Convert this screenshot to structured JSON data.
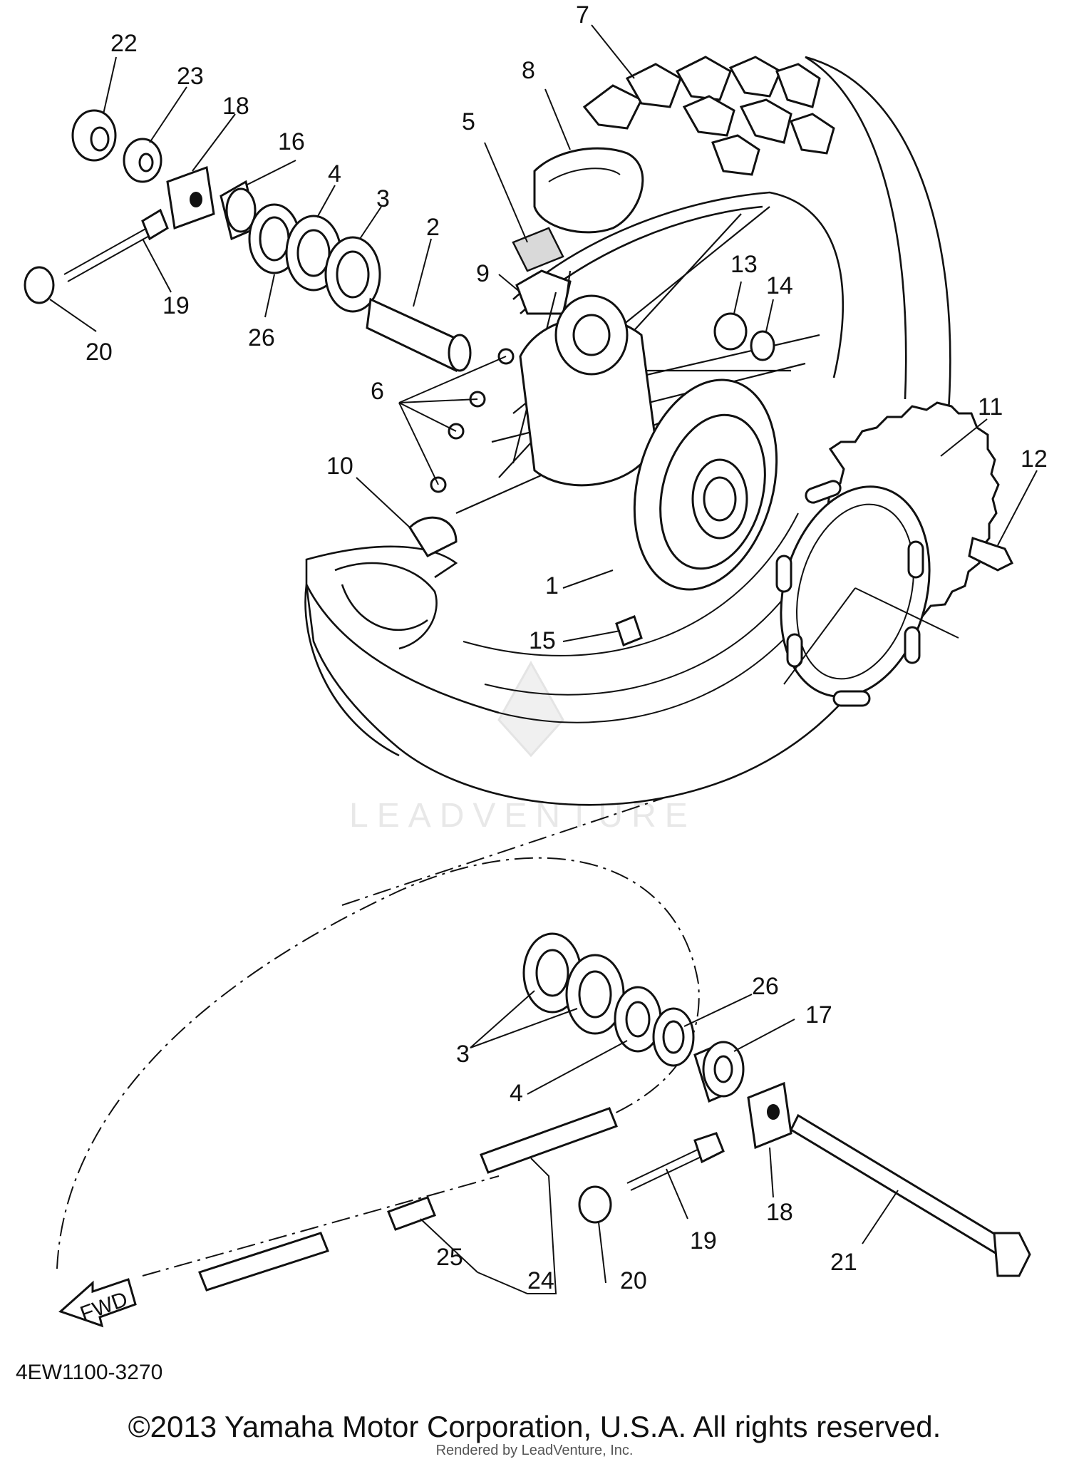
{
  "diagram": {
    "callouts": {
      "c1": "1",
      "c2": "2",
      "c3_top": "3",
      "c3_bottom": "3",
      "c4_top": "4",
      "c4_bottom": "4",
      "c5": "5",
      "c6": "6",
      "c7": "7",
      "c8": "8",
      "c9": "9",
      "c10": "10",
      "c11": "11",
      "c12": "12",
      "c13": "13",
      "c14": "14",
      "c15": "15",
      "c16": "16",
      "c17": "17",
      "c18_top": "18",
      "c18_bottom": "18",
      "c19_top": "19",
      "c19_bottom": "19",
      "c20_top": "20",
      "c20_bottom": "20",
      "c21": "21",
      "c22": "22",
      "c23": "23",
      "c24": "24",
      "c25": "25",
      "c26_top": "26",
      "c26_bottom": "26"
    },
    "fwd_label": "FWD",
    "watermark": "LEADVENTURE",
    "diagram_code": "4EW1100-3270"
  },
  "footer": {
    "copyright": "©2013 Yamaha Motor Corporation, U.S.A. All rights reserved.",
    "rendered_by": "Rendered by LeadVenture, Inc."
  }
}
